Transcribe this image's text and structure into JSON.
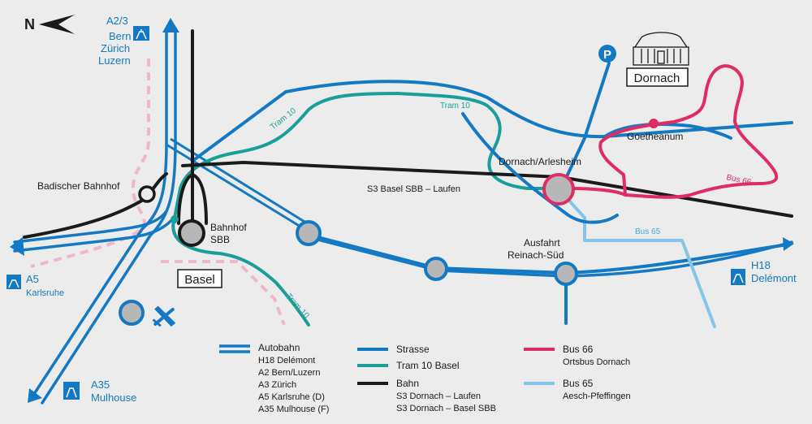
{
  "colors": {
    "background": "#ececec",
    "road": "#1479c4",
    "autobahn": "#1479c4",
    "tram": "#1a9e98",
    "rail": "#1a1a1a",
    "bus66": "#df2d63",
    "bus65": "#85c5ea",
    "border": "#f1b6cf",
    "stop": "#b7b7b7"
  },
  "north": "N",
  "motorways": {
    "a23": {
      "name": "A2/3",
      "line1": "Bern",
      "line2": "Zürich",
      "line3": "Luzern"
    },
    "a5": {
      "name": "A5",
      "place": "Karlsruhe"
    },
    "a35": {
      "name": "A35",
      "place": "Mulhouse"
    },
    "h18": {
      "name": "H18",
      "place": "Delémont"
    }
  },
  "places": {
    "dornach": "Dornach",
    "basel": "Basel",
    "badischer_bahnhof": "Badischer Bahnhof",
    "bahnhof_sbb_1": "Bahnhof",
    "bahnhof_sbb_2": "SBB",
    "goetheanum": "Goetheanum",
    "dornach_arlesheim": "Dornach/Arlesheim",
    "ausfahrt_1": "Ausfahrt",
    "ausfahrt_2": "Reinach-Süd",
    "s3_label": "S3 Basel SBB – Laufen"
  },
  "line_labels": {
    "tram10_a": "Tram 10",
    "tram10_b": "Tram 10",
    "tram10_c": "Tram 10",
    "bus66": "Bus 66",
    "bus65": "Bus 65"
  },
  "parking_symbol": "P",
  "legend": {
    "autobahn": {
      "title": "Autobahn",
      "items": [
        "H18 Delémont",
        "A2 Bern/Luzern",
        "A3 Zürich",
        "A5 Karlsruhe (D)",
        "A35 Mulhouse (F)"
      ]
    },
    "strasse": {
      "title": "Strasse"
    },
    "tram": {
      "title": "Tram 10 Basel"
    },
    "bahn": {
      "title": "Bahn",
      "items": [
        "S3 Dornach – Laufen",
        "S3 Dornach – Basel SBB"
      ]
    },
    "bus66": {
      "title": "Bus 66",
      "sub": "Ortsbus Dornach"
    },
    "bus65": {
      "title": "Bus 65",
      "sub": "Aesch-Pfeffingen"
    }
  }
}
